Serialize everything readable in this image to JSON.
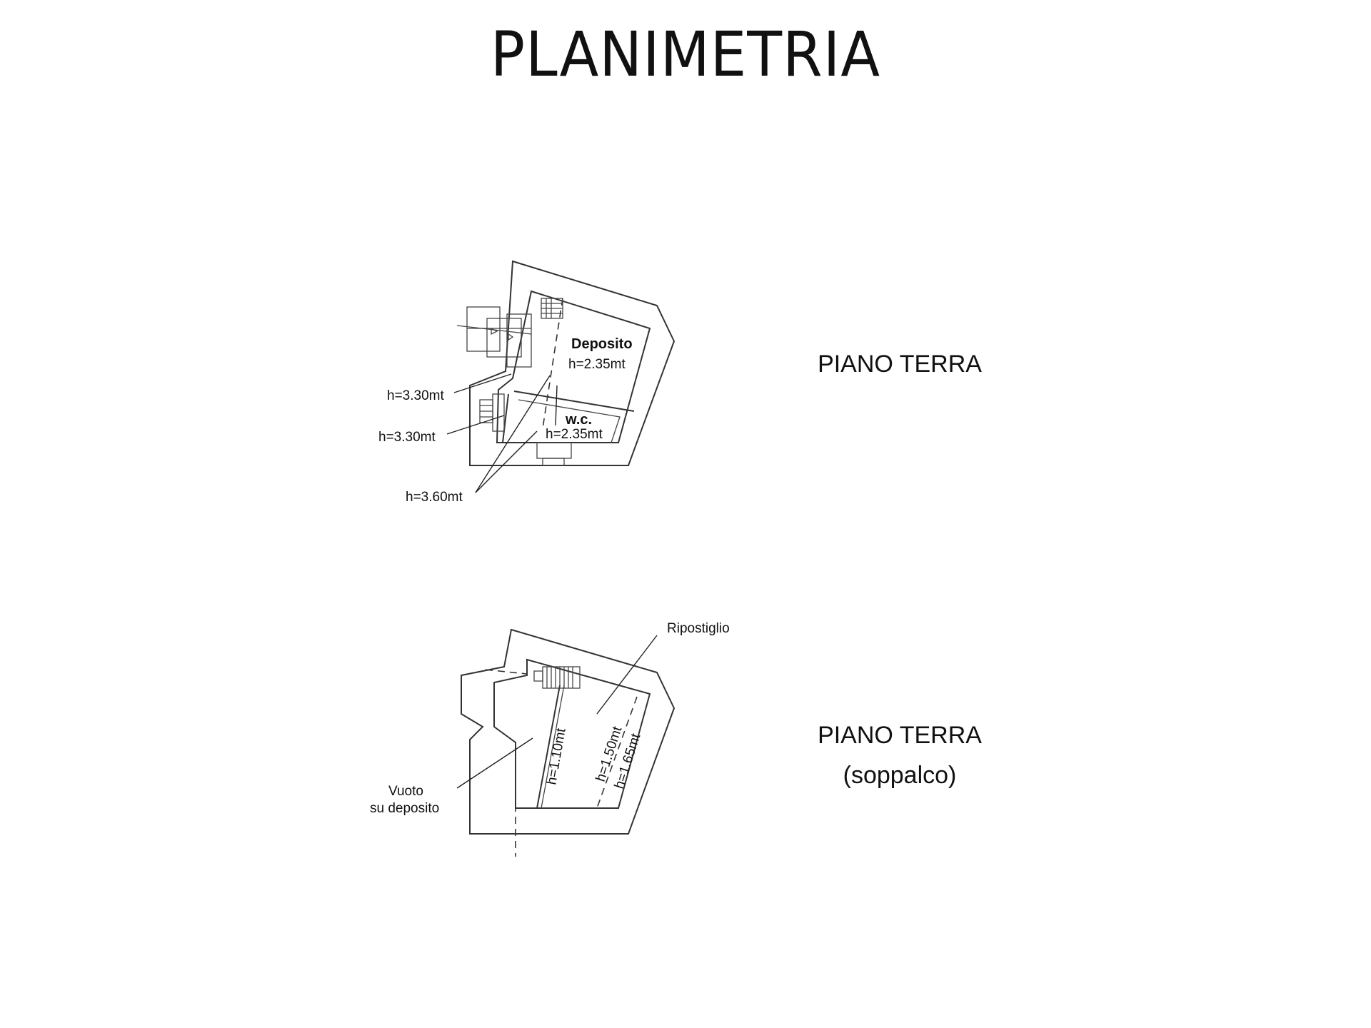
{
  "title": "PLANIMETRIA",
  "plan_ground": {
    "label": "PIANO TERRA",
    "rooms": [
      {
        "name": "Deposito",
        "height": "h=2.35mt"
      },
      {
        "name": "w.c.",
        "height": "h=2.35mt"
      }
    ],
    "annotations": [
      "h=3.30mt",
      "h=3.30mt",
      "h=3.60mt"
    ]
  },
  "plan_mezzanine": {
    "label_line1": "PIANO TERRA",
    "label_line2": "(soppalco)",
    "rooms": {
      "ripostiglio": "Ripostiglio",
      "vuoto_line1": "Vuoto",
      "vuoto_line2": "su deposito"
    },
    "heights": [
      "h=1.10mt",
      "h=1.50mt",
      "h=1.65mt"
    ]
  }
}
